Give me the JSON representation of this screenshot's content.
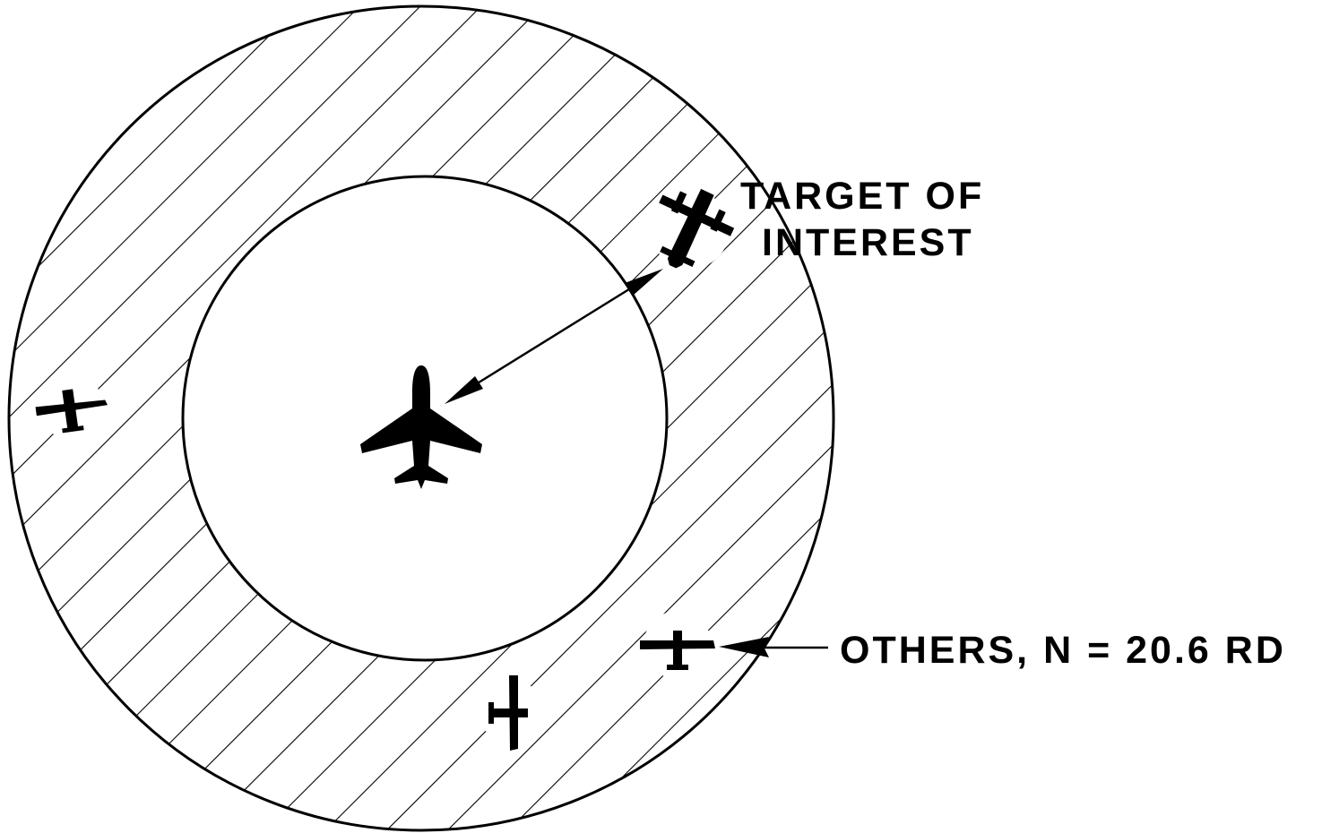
{
  "labels": {
    "target_line1": "TARGET OF",
    "target_line2": "INTEREST",
    "others": "OTHERS, N = 20.6 RD"
  },
  "icons": {
    "own_aircraft": "jet-aircraft-icon",
    "target_aircraft": "twin-engine-aircraft-icon",
    "other_aircraft": "small-aircraft-icon"
  },
  "colors": {
    "ink": "#000000",
    "paper": "#ffffff"
  }
}
